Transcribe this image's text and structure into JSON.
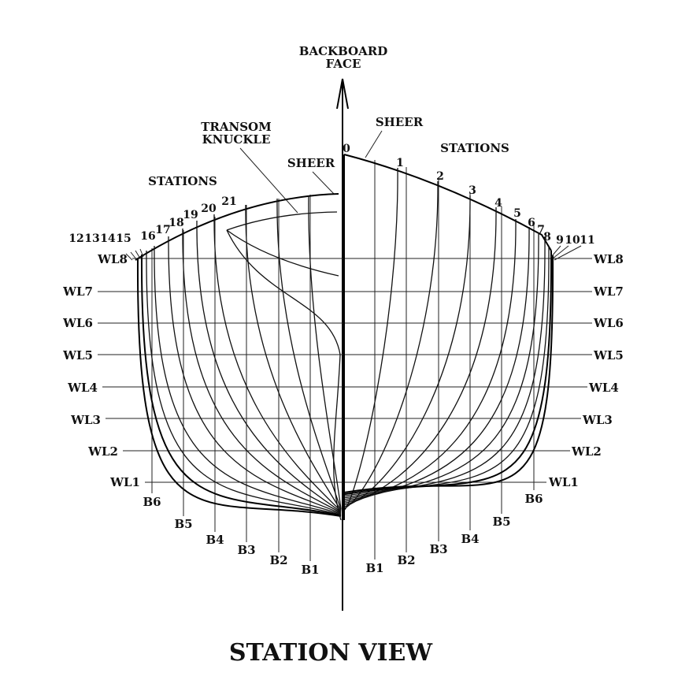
{
  "header": {
    "backboard_line1": "BACKBOARD",
    "backboard_line2": "FACE",
    "transom_line1": "TRANSOM",
    "transom_line2": "KNUCKLE",
    "sheer_left": "SHEER",
    "sheer_right": "SHEER",
    "stations_left": "STATIONS",
    "stations_right": "STATIONS"
  },
  "waterlines_left": [
    "WL8",
    "WL7",
    "WL6",
    "WL5",
    "WL4",
    "WL3",
    "WL2",
    "WL1"
  ],
  "waterlines_right": [
    "WL8",
    "WL7",
    "WL6",
    "WL5",
    "WL4",
    "WL3",
    "WL2",
    "WL1"
  ],
  "buttocks_left": [
    "B6",
    "B5",
    "B4",
    "B3",
    "B2",
    "B1"
  ],
  "buttocks_right": [
    "B1",
    "B2",
    "B3",
    "B4",
    "B5",
    "B6"
  ],
  "stations_fwd": [
    "0",
    "1",
    "2",
    "3",
    "4",
    "5",
    "6",
    "7",
    "8",
    "9",
    "10",
    "11"
  ],
  "stations_aft": [
    "12",
    "13",
    "14",
    "15",
    "16",
    "17",
    "18",
    "19",
    "20",
    "21"
  ],
  "footer": {
    "title": "STATION VIEW"
  }
}
